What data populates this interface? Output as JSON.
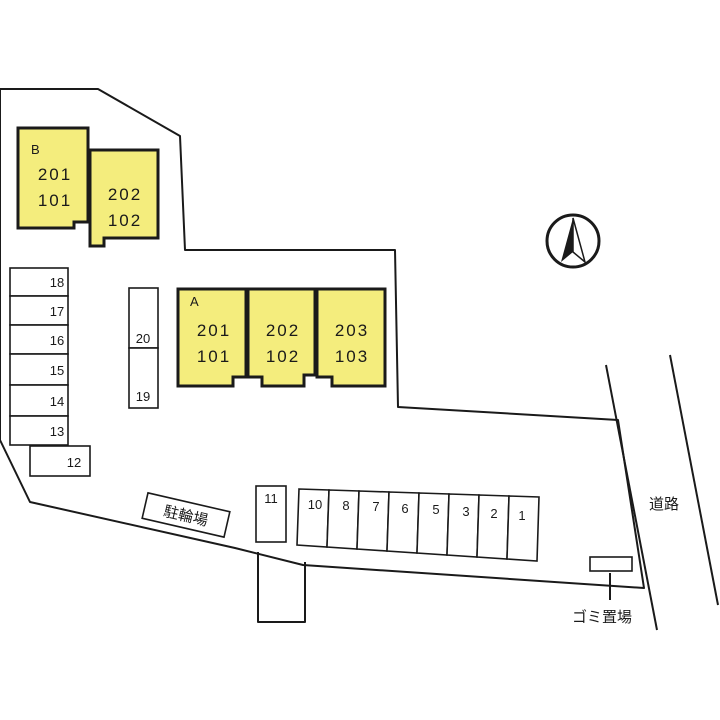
{
  "site_map": {
    "building_b": {
      "name": "B",
      "block1": {
        "upper": "201",
        "lower": "101"
      },
      "block2": {
        "upper": "202",
        "lower": "102"
      }
    },
    "building_a": {
      "name": "A",
      "block1": {
        "upper": "201",
        "lower": "101"
      },
      "block2": {
        "upper": "202",
        "lower": "102"
      },
      "block3": {
        "upper": "203",
        "lower": "103"
      }
    },
    "parking_left": [
      "18",
      "17",
      "16",
      "15",
      "14",
      "13"
    ],
    "parking_12": "12",
    "parking_middle": [
      "20",
      "19"
    ],
    "parking_11": "11",
    "parking_bottom": [
      "10",
      "8",
      "7",
      "6",
      "5",
      "3",
      "2",
      "1"
    ],
    "bicycle_parking": "駐輪場",
    "road": "道路",
    "garbage": "ゴミ置場",
    "north_arrow_icon": "north-arrow-icon",
    "colors": {
      "building_fill": "#f4ed7d",
      "line": "#1a1a1a"
    }
  }
}
